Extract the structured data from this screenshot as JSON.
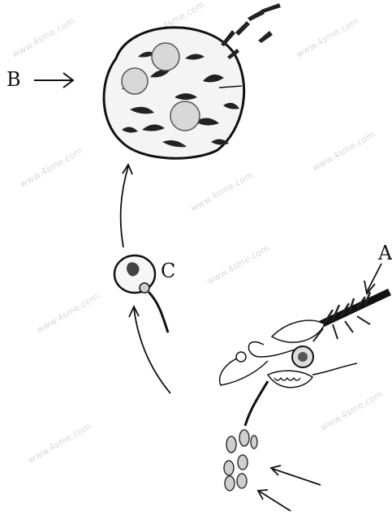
{
  "labels": {
    "a": "A",
    "b": "B",
    "c": "C"
  },
  "watermark": "www.4sme.com",
  "colors": {
    "ink": "#111111",
    "spot": "#d8d8d8",
    "watermark": "#d9d9d9"
  }
}
